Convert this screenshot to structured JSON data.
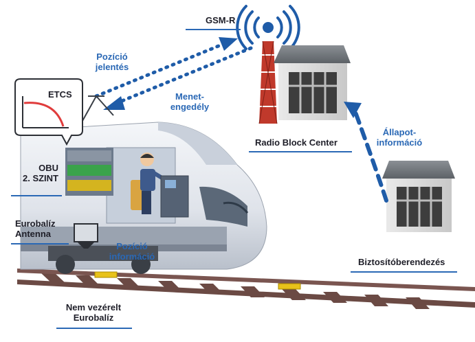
{
  "colors": {
    "accent_blue": "#2a68b5",
    "arrow_blue": "#1f5ca8",
    "label_dark": "#1e1e28",
    "rail": "#6b4a44",
    "balise": "#e8c21a"
  },
  "labels": {
    "gsm_r": "GSM-R",
    "pozicio_jelentes_1": "Pozíció",
    "pozicio_jelentes_2": "jelentés",
    "menetengedely_1": "Menet-",
    "menetengedely_2": "engedély",
    "allapot_1": "Állapot-",
    "allapot_2": "információ",
    "etcs": "ETCS",
    "obu_1": "OBU",
    "obu_2": "2. SZINT",
    "rbc": "Radio Block Center",
    "eurobaliz_1": "Eurobalíz",
    "eurobaliz_2": "Antenna",
    "pozicio_info_1": "Pozíció",
    "pozicio_info_2": "információ",
    "biztosito": "Biztosítóberendezés",
    "nem_vezerelt_1": "Nem vezérelt",
    "nem_vezerelt_2": "Eurobalíz"
  },
  "icons": [
    "radio-mast-icon",
    "rbc-building-icon",
    "interlocking-building-icon",
    "train-icon",
    "driver-icon",
    "balise-icon",
    "dmi-speed-curve-icon"
  ]
}
